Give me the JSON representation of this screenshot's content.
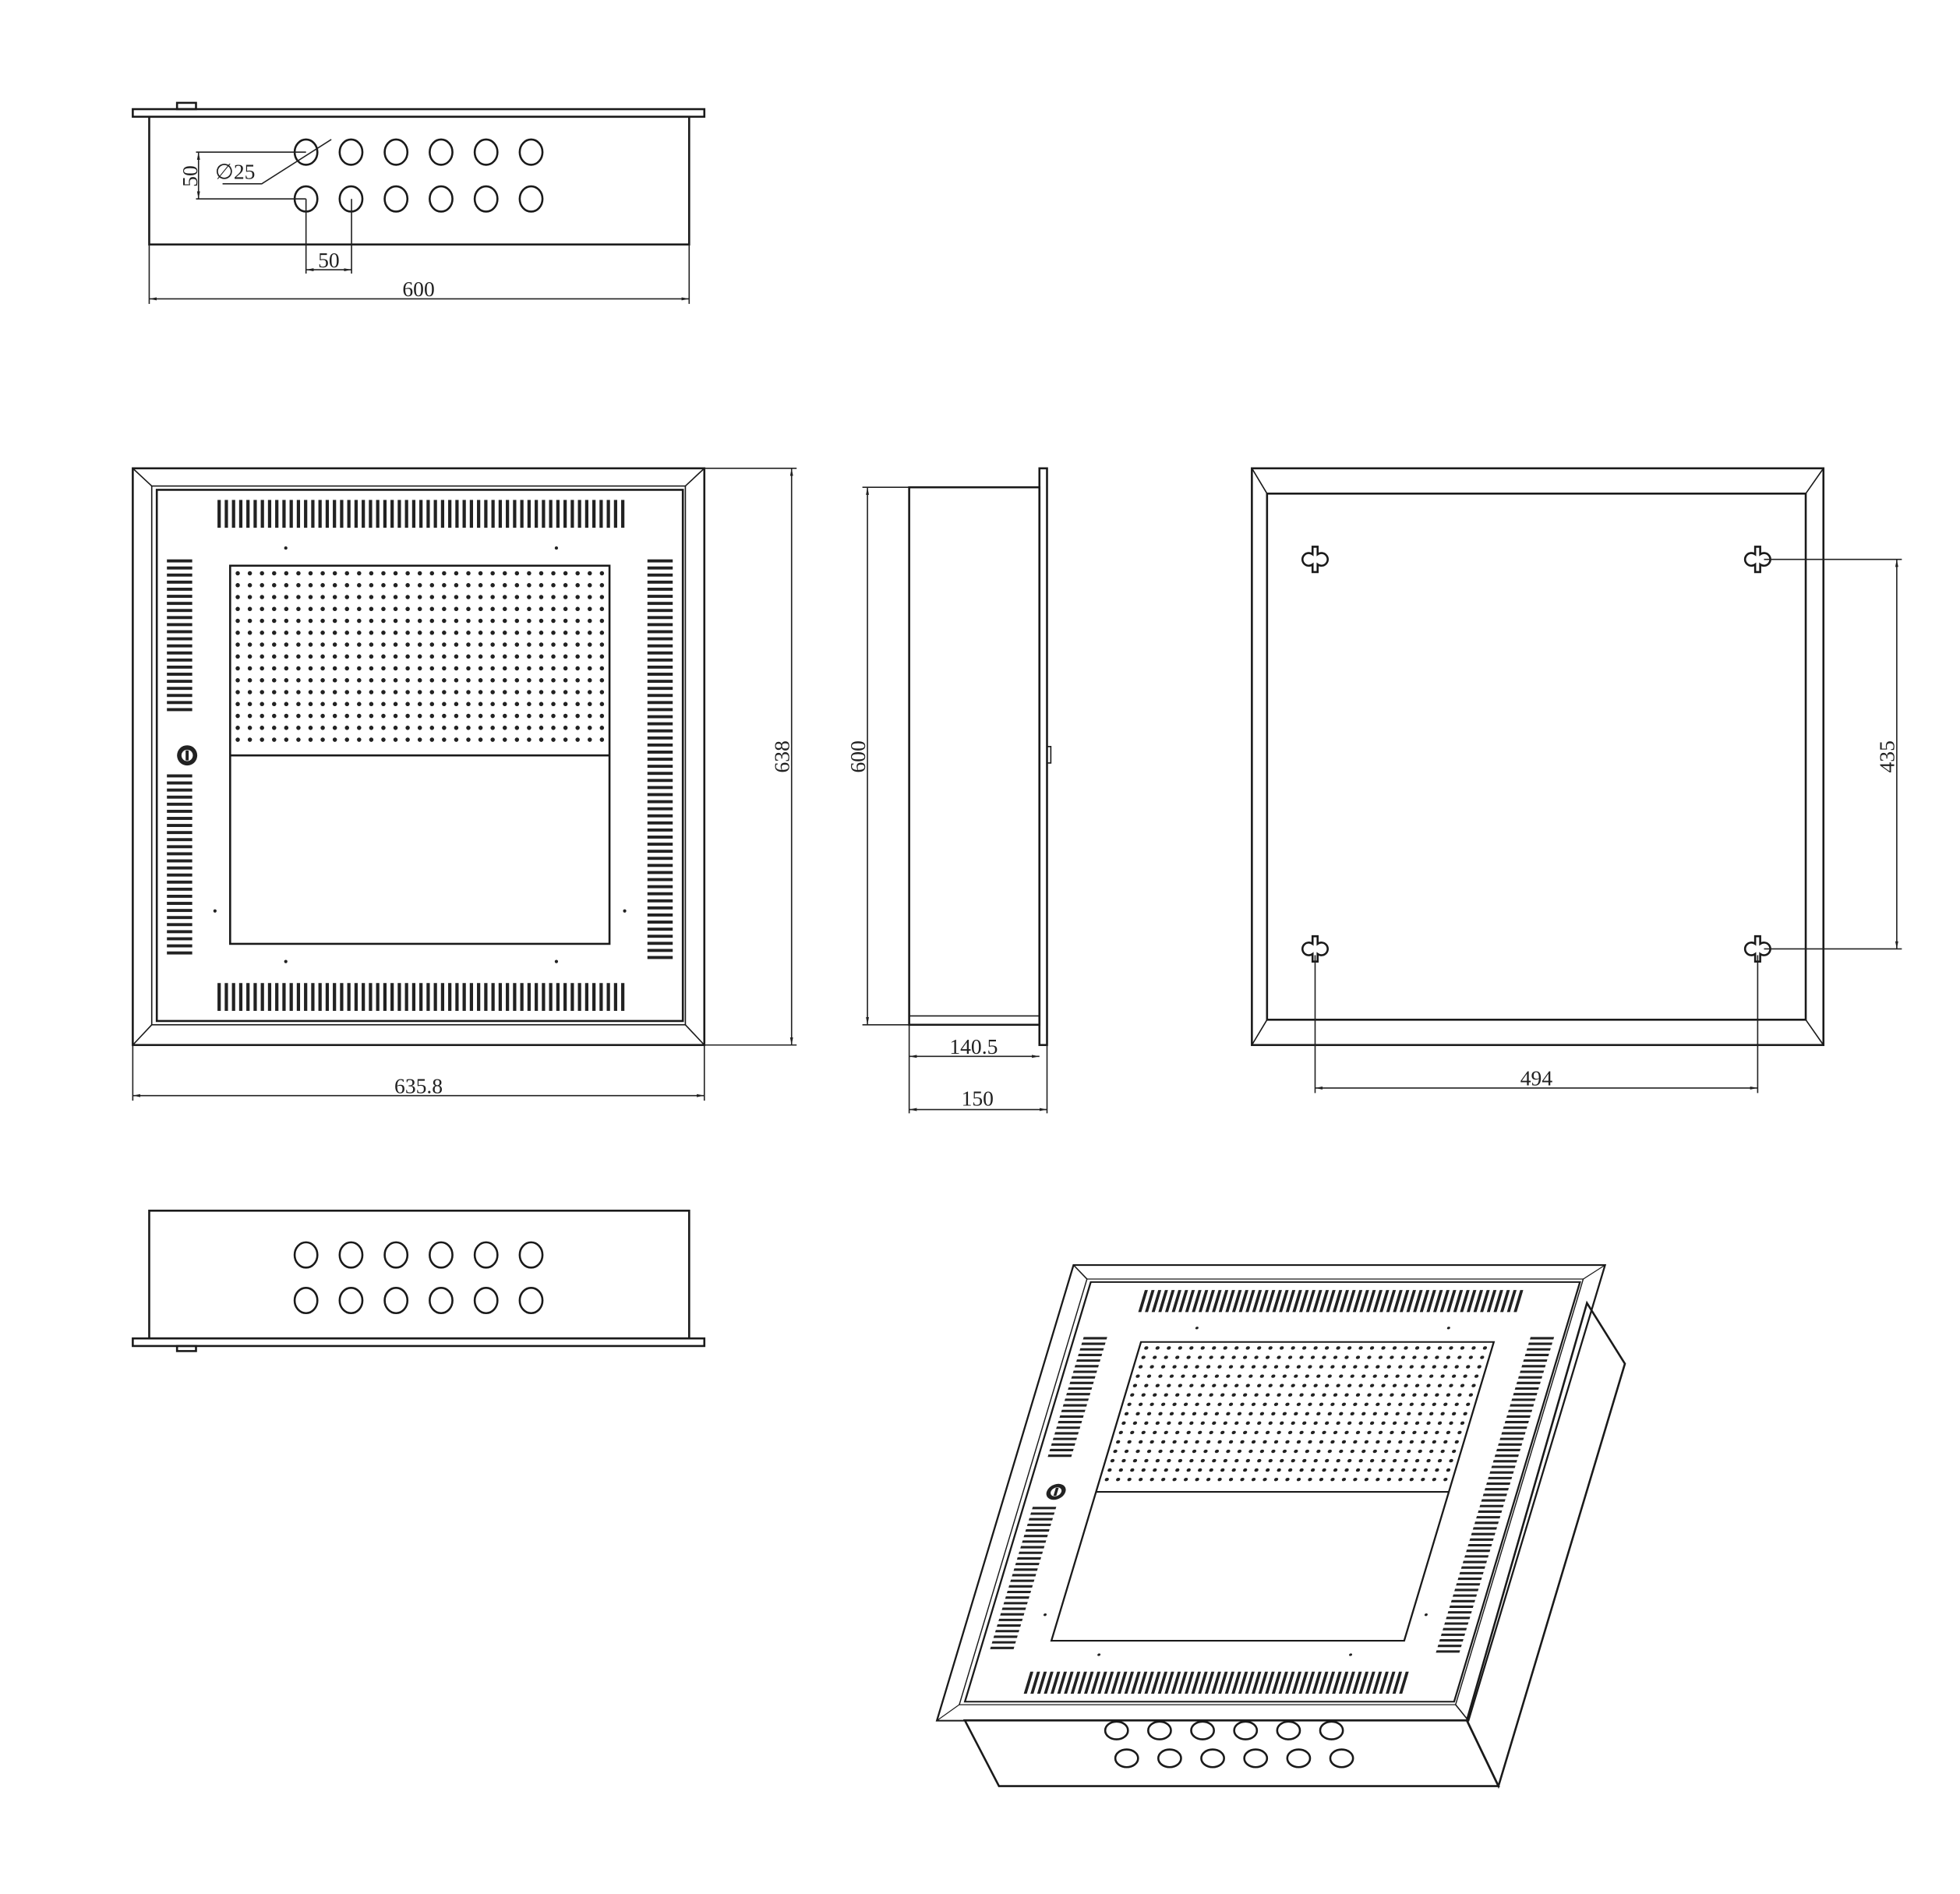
{
  "views": {
    "top": {
      "width_label": "600",
      "hole_spacing_label": "50",
      "row_spacing_label": "50",
      "hole_diameter_label": "∅25",
      "holes_per_row": 6,
      "rows": 2
    },
    "front": {
      "width_label": "635.8",
      "height_label": "638"
    },
    "side": {
      "height_label": "600",
      "depth_inner_label": "140.5",
      "depth_outer_label": "150"
    },
    "back": {
      "mount_vertical_label": "435",
      "mount_horizontal_label": "494"
    },
    "bottom": {
      "holes_per_row": 6,
      "rows": 2
    }
  },
  "colors": {
    "line": "#1a1a1a",
    "background": "#ffffff"
  }
}
